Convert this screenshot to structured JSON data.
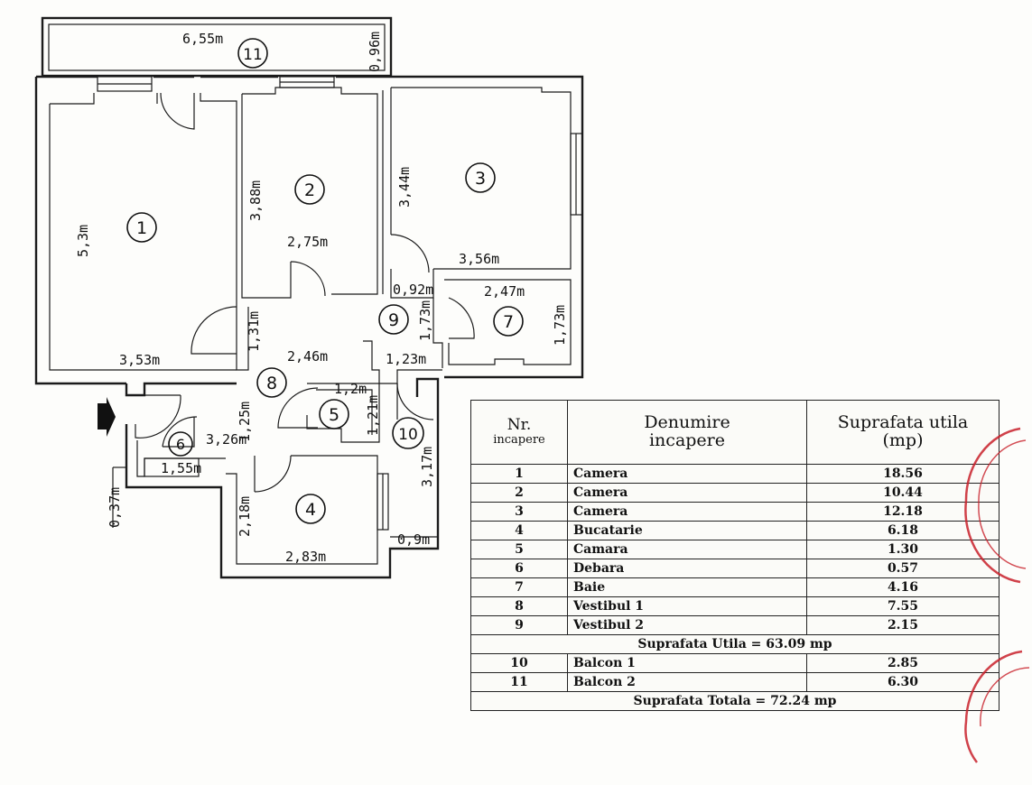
{
  "plan": {
    "dimensions": {
      "d1": "6,55m",
      "d2": "0,96m",
      "d3": "5,3m",
      "d4": "3,53m",
      "d5": "3,88m",
      "d6": "2,75m",
      "d7": "3,44m",
      "d8": "3,56m",
      "d9": "0,92m",
      "d10": "2,47m",
      "d11": "1,73m",
      "d12": "1,73m",
      "d13": "1,31m",
      "d14": "2,46m",
      "d15": "1,23m",
      "d16": "1,2m",
      "d17": "1,21m",
      "d18": "1,25m",
      "d19": "3,26m",
      "d20": "1,55m",
      "d21": "0,37m",
      "d22": "2,18m",
      "d23": "2,83m",
      "d24": "3,17m",
      "d25": "0,9m"
    },
    "room_numbers": {
      "r1": "1",
      "r2": "2",
      "r3": "3",
      "r4": "4",
      "r5": "5",
      "r6": "6",
      "r7": "7",
      "r8": "8",
      "r9": "9",
      "r10": "10",
      "r11": "11"
    },
    "entrance_icon": "entrance-arrow-icon"
  },
  "table": {
    "headers": {
      "nr_line1": "Nr.",
      "nr_line2": "incapere",
      "denumire_line1": "Denumire",
      "denumire_line2": "incapere",
      "suprafata_line1": "Suprafata utila",
      "suprafata_line2": "(mp)"
    },
    "rooms": [
      {
        "nr": "1",
        "name": "Camera",
        "area": "18.56"
      },
      {
        "nr": "2",
        "name": "Camera",
        "area": "10.44"
      },
      {
        "nr": "3",
        "name": "Camera",
        "area": "12.18"
      },
      {
        "nr": "4",
        "name": "Bucatarie",
        "area": "6.18"
      },
      {
        "nr": "5",
        "name": "Camara",
        "area": "1.30"
      },
      {
        "nr": "6",
        "name": "Debara",
        "area": "0.57"
      },
      {
        "nr": "7",
        "name": "Baie",
        "area": "4.16"
      },
      {
        "nr": "8",
        "name": "Vestibul 1",
        "area": "7.55"
      },
      {
        "nr": "9",
        "name": "Vestibul 2",
        "area": "2.15"
      }
    ],
    "useful_total": "Suprafata Utila = 63.09 mp",
    "balconies": [
      {
        "nr": "10",
        "name": "Balcon 1",
        "area": "2.85"
      },
      {
        "nr": "11",
        "name": "Balcon 2",
        "area": "6.30"
      }
    ],
    "grand_total": "Suprafata Totala = 72.24 mp"
  },
  "stamp": {
    "color": "#c8202a"
  }
}
